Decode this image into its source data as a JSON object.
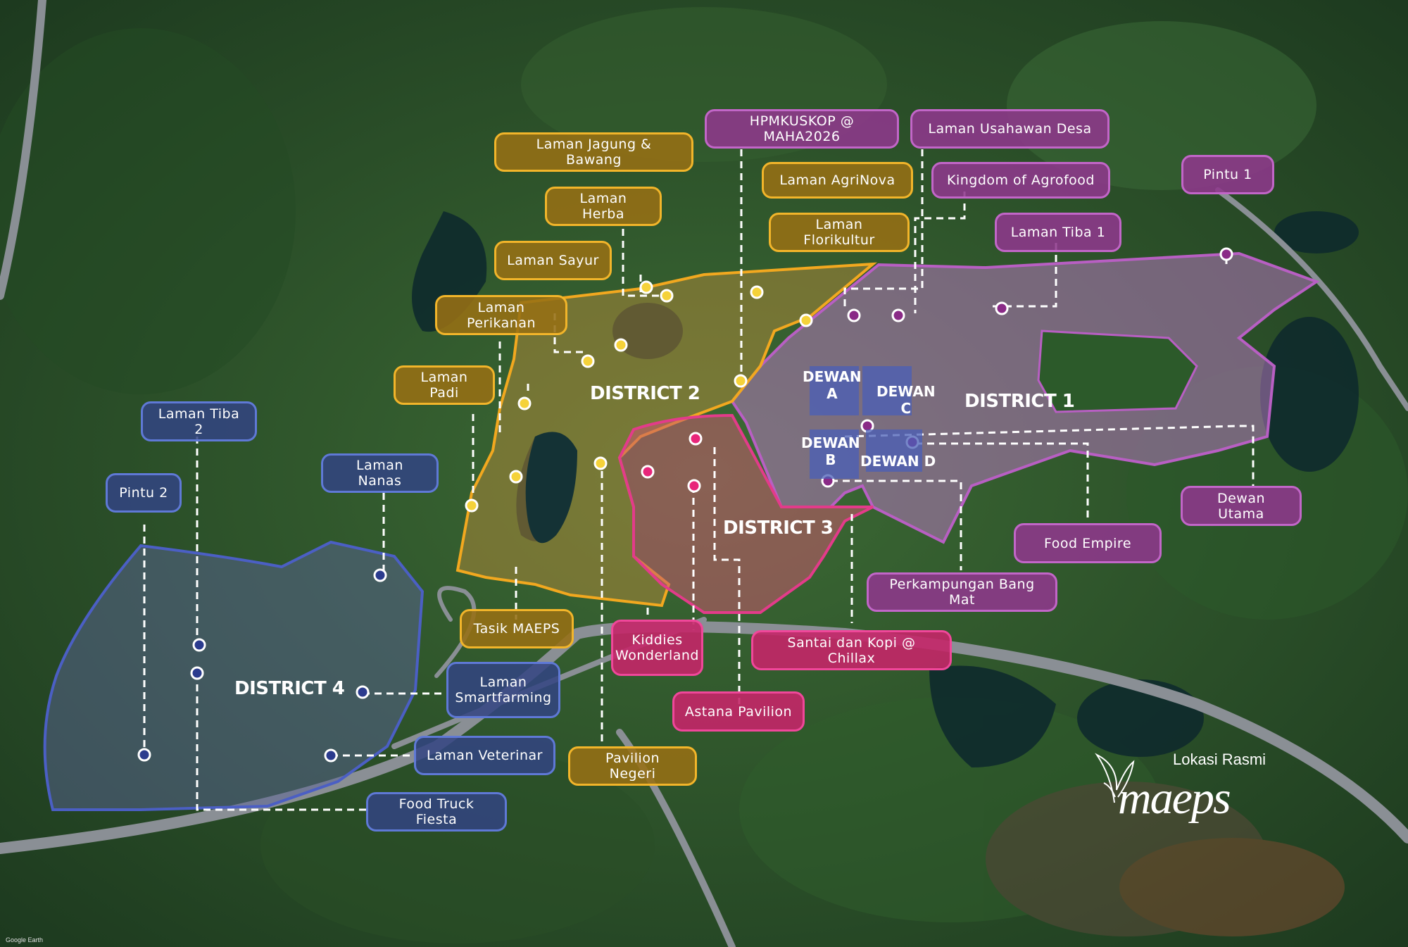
{
  "logo": {
    "subtitle": "Lokasi Rasmi",
    "name": "maeps"
  },
  "attribution": "Google Earth",
  "colors": {
    "district1": "#c266c8",
    "district2": "#f2b52a",
    "district3": "#f0479a",
    "district4": "#5f79d6"
  },
  "districts": {
    "d1": "DISTRICT 1",
    "d2": "DISTRICT 2",
    "d3": "DISTRICT 3",
    "d4": "DISTRICT 4"
  },
  "dewan": {
    "a": "DEWAN\nA",
    "b": "DEWAN\nB",
    "c": "DEWAN\nC",
    "d": "DEWAN D"
  },
  "labels": {
    "d1": {
      "hpmkuskop": "HPMKUSKOP @ MAHA2026",
      "usahawan_desa": "Laman Usahawan Desa",
      "kingdom": "Kingdom of Agrofood",
      "tiba1": "Laman Tiba 1",
      "pintu1": "Pintu 1",
      "dewan_utama": "Dewan Utama",
      "food_empire": "Food Empire",
      "perkampungan": "Perkampungan Bang Mat"
    },
    "d2": {
      "jagung": "Laman Jagung & Bawang",
      "herba": "Laman Herba",
      "sayur": "Laman Sayur",
      "perikanan": "Laman Perikanan",
      "padi": "Laman Padi",
      "agrinova": "Laman AgriNova",
      "florikultur": "Laman Florikultur",
      "tasik": "Tasik MAEPS",
      "pavilion_negeri": "Pavilion Negeri"
    },
    "d3": {
      "kiddies": "Kiddies Wonderland",
      "santai": "Santai dan Kopi @ Chillax",
      "astana": "Astana Pavilion"
    },
    "d4": {
      "tiba2": "Laman Tiba 2",
      "pintu2": "Pintu 2",
      "nanas": "Laman Nanas",
      "smartfarming": "Laman Smartfarming",
      "veterinar": "Laman Veterinar",
      "food_truck": "Food Truck Fiesta"
    }
  }
}
